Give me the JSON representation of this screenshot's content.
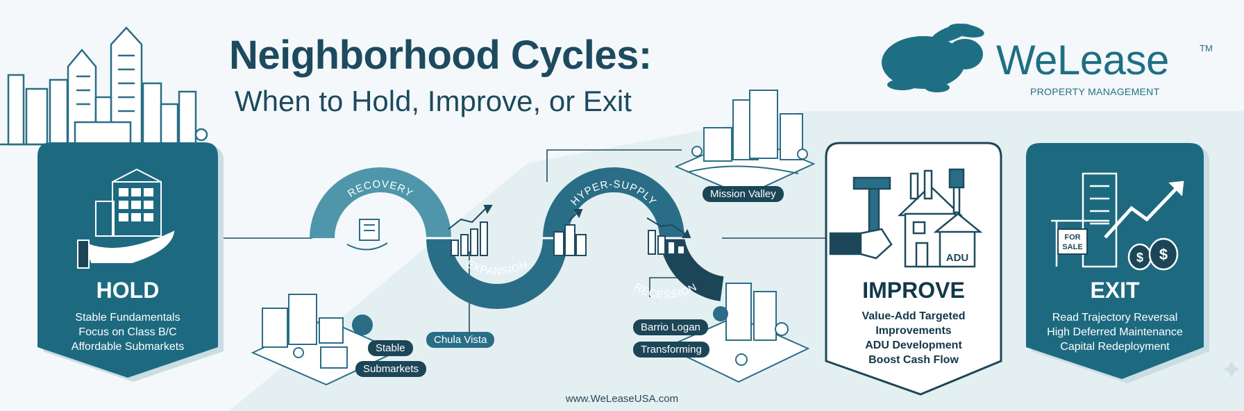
{
  "header": {
    "title": "Neighborhood Cycles:",
    "subtitle": "When to Hold, Improve, or Exit"
  },
  "brand": {
    "name": "WeLease",
    "trademark": "TM",
    "tagline": "PROPERTY MANAGEMENT"
  },
  "cycle": {
    "phases": [
      "RECOVERY",
      "EXPANSION",
      "HYPER-SUPPLY",
      "RECESSION"
    ]
  },
  "places": {
    "mission_valley": "Mission Valley",
    "chula_vista": "Chula Vista",
    "stable": "Stable",
    "submarkets": "Submarkets",
    "barrio_logan": "Barrio Logan",
    "transforming": "Transforming"
  },
  "panels": {
    "hold": {
      "title": "HOLD",
      "lines": [
        "Stable Fundamentals",
        "Focus on Class B/C",
        "Affordable Submarkets"
      ]
    },
    "improve": {
      "title": "IMPROVE",
      "lines": [
        "Value-Add Targeted",
        "Improvements",
        "ADU Development",
        "Boost Cash Flow"
      ],
      "badge": "ADU"
    },
    "exit": {
      "title": "EXIT",
      "lines": [
        "Read Trajectory Reversal",
        "High Deferred Maintenance",
        "Capital Redeployment"
      ],
      "sign": [
        "FOR",
        "SALE"
      ]
    }
  },
  "footer": {
    "url": "www.WeLeaseUSA.com"
  },
  "colors": {
    "navy": "#1d4a5e",
    "teal": "#2a6d86",
    "light_teal": "#4f96aa",
    "recession": "#1c4657",
    "background": "#f4f8fa"
  }
}
